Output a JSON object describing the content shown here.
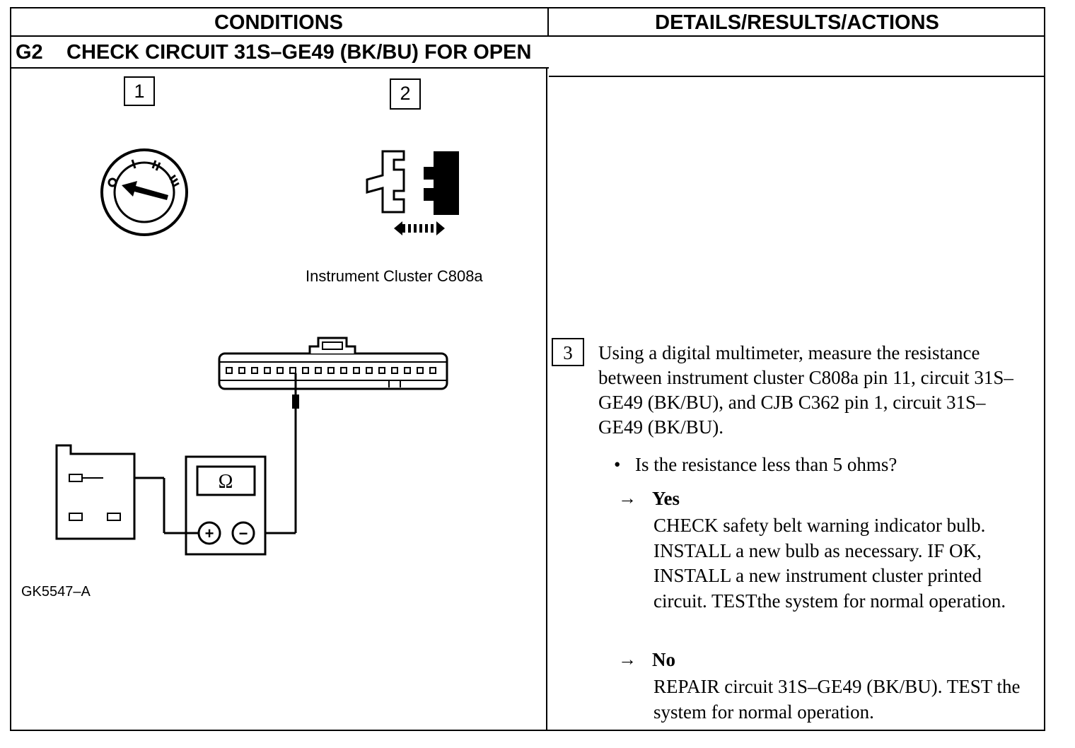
{
  "header": {
    "conditions": "CONDITIONS",
    "details": "DETAILS/RESULTS/ACTIONS"
  },
  "section": {
    "code": "G2",
    "title": "CHECK CIRCUIT 31S–GE49 (BK/BU) FOR OPEN"
  },
  "steps": {
    "step1": "1",
    "step2": "2",
    "step3": "3"
  },
  "figure": {
    "ignition_labels": [
      "O",
      "I",
      "II",
      "III"
    ],
    "connector_caption": "Instrument Cluster C808a",
    "meter_symbol": "Ω",
    "plus": "+",
    "minus": "−",
    "figure_id": "GK5547–A",
    "icons": [
      "ignition-switch-icon",
      "connector-disconnect-icon",
      "double-arrow-icon",
      "connector-face-icon",
      "multimeter-icon",
      "junction-box-icon"
    ]
  },
  "details": {
    "instruction": "Using a digital multimeter, measure the resistance between instrument cluster C808a pin 11, circuit 31S–GE49 (BK/BU), and CJB C362 pin 1, circuit 31S–GE49 (BK/BU).",
    "question": "Is the resistance less than 5 ohms?",
    "bullet": "•",
    "arrow": "→",
    "yes_label": "Yes",
    "yes_text": "CHECK safety belt warning indicator bulb. INSTALL a new bulb as necessary. IF OK, INSTALL a new instrument cluster printed circuit. TESTthe system for normal operation.",
    "no_label": "No",
    "no_text": "REPAIR circuit 31S–GE49 (BK/BU). TEST the system for normal operation."
  }
}
